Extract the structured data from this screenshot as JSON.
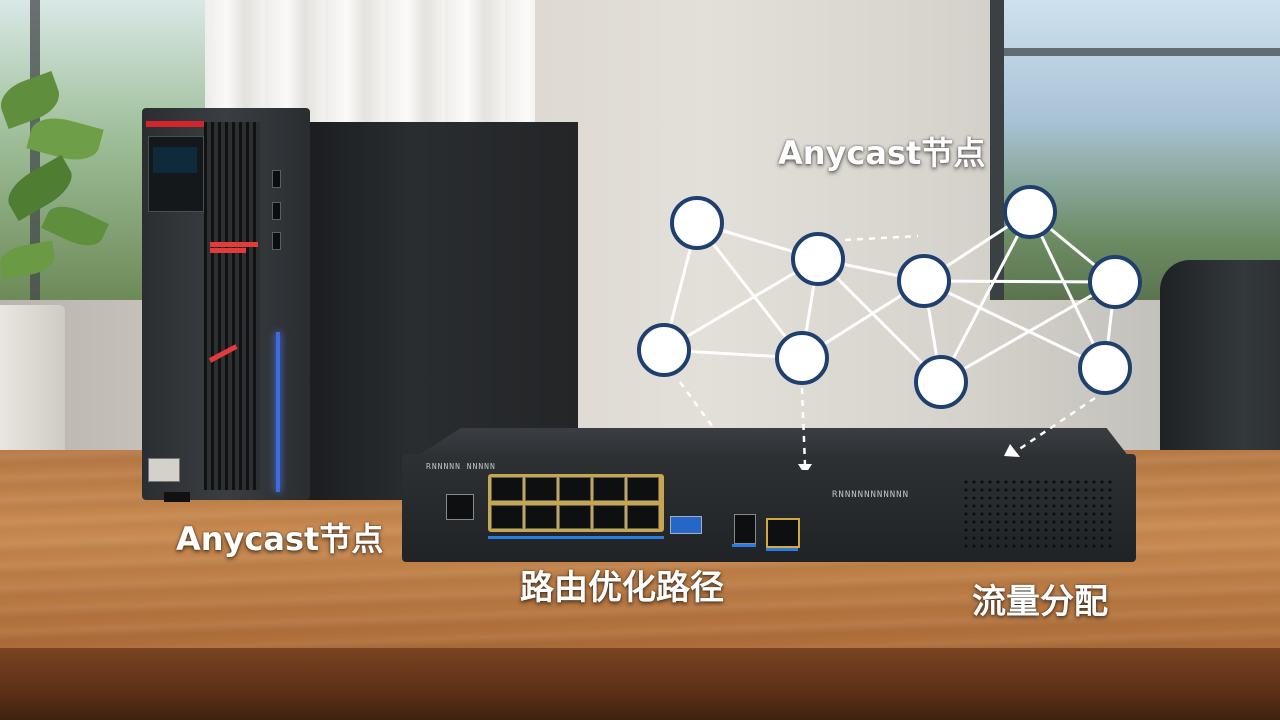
{
  "captions": {
    "network_label": "Anycast节点",
    "server_label": "Anycast节点",
    "router_label": "路由优化路径",
    "traffic_label": "流量分配"
  },
  "device": {
    "router_brand_text": "RNNNNN NNNNN",
    "router_side_text": "RNNNNNNNNNNN"
  },
  "colors": {
    "node_fill": "#ffffff",
    "node_stroke": "#1f3f6e",
    "link": "#ffffff",
    "caption": "#ffffff"
  }
}
